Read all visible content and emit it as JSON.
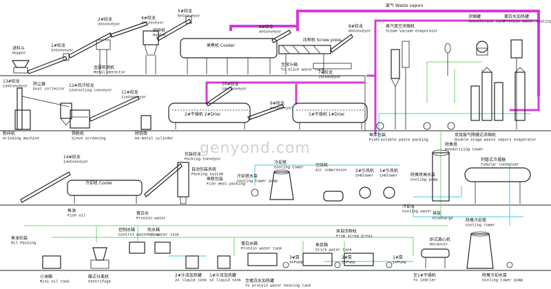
{
  "watermark": "genyond.com",
  "labels": {
    "waste_vapors": "废气 Waste vapors",
    "hopper": "进料斗\nHopper",
    "conv1": "1#绞龙\n1#Conveyor",
    "conv2": "2#绞龙\n2#Conveyor",
    "conv4": "4#绞龙\n4#Conveyor",
    "conv5": "5#绞龙\n5#Conveyor",
    "conv6": "6#绞龙\n6#Conveyor",
    "conv8": "8#绞龙\n8#Conveyor",
    "metal_detector": "金属检测机\nMetal detector",
    "hasher": "绞碎机\nHasher",
    "cooker": "蒸煮机 Cooker",
    "screw_press": "压榨机 Screw press",
    "stick_water": "至搾汁箱\nTo stick water tank",
    "conv7": "7#绞龙\n7#Conveyor",
    "steam_vacuum": "蒸汽真空浓缩机\nSteam vacuum evaporator",
    "concentrate_tank": "浓缩罐\nConcentrate tank",
    "protein_heating_tank": "蛋白水加热罐\nProtein water heating tank",
    "conv13": "13#绞龙\n13#Conveyor",
    "dust_collector": "除尘器\nDust collector",
    "conv12": "12#风冷绞龙\n12#Cooling conveyor",
    "conv11": "11#绞龙\n11#Conveyor",
    "conv10": "10#绞龙\n10#Conveyor",
    "conv9": "9#绞龙\n9#Conveyor",
    "drier2": "2#干燥机 2#Drier",
    "drier1": "1#干燥机 1#Drier",
    "grinding": "粉碎机\nGrinding machine",
    "sieve": "筛粉机\nSieve screening",
    "demetal": "除铁筒\nDe-metal cylinder",
    "fish_soluble": "鱼浆包装\nFish soluble paste packing",
    "double_stage": "双效废气降膜式浓缩机\nDouble-stage waste vapors evaporator",
    "blower2": "2#引风机\n2#Blower",
    "blower1": "1#引风机\n1#Blower",
    "deodor_pump": "除臭喷淋水泵\nCooling pump",
    "deodor_tower": "除臭塔\nDeodorizing tower",
    "tubular": "列管式冷凝器\nTubular condenser",
    "conv14": "14#绞龙\n14#Conveyor",
    "cooler": "冷却机 Cooler",
    "packing_conv": "包装绞龙\nPacking Conveyor",
    "packing_system": "自动包装系统\nPacking system",
    "fish_meal": "鱼粉包装\nFish meal packing",
    "cooling_pump": "冷却塔水泵\nCooling tower pump",
    "cooling_tower": "冷却塔\nCooling tower",
    "air_compressor": "空压机\nAir compressor",
    "fish_oil": "鱼油\nFish oil",
    "protein_water": "蛋白水\nProtein water",
    "control_tank": "控制水箱\nControl water tank",
    "hot_water_tank": "热水箱\nHot water tank",
    "protein_tank": "蛋白水箱\nProtein water tank",
    "from_press": "来自压榨机\nFrom screw press",
    "stick_tank": "鱼浆箱\nStick water tank",
    "cooling_water": "冷却水\nCooling water",
    "discharge": "排放\nDischarge",
    "decanter": "卧式离心机\nDecanter",
    "deodor_cool_tower": "除臭冷却塔\nCooling tower",
    "oil_packing": "鱼油包装\nOil Packing",
    "mini_oil": "小油箱\nMini oil tank",
    "centrifuge": "碟式分离机\nCentrifuge",
    "liquid2": "2#汁流加热罐\n2# liquid tank",
    "liquid1": "1#汁流加热罐\n1# liquid tank",
    "to_protein_heat": "至蛋白水加热罐\nTo protein water heating tank",
    "pump3": "3#泵\n3#Pump",
    "pump2": "2#泵\n2#Pump",
    "pump1": "1#泵\n1#Pump",
    "to_drier1": "至1#干燥机\nTo 1#Drier",
    "deodor_cool_pump": "除臭冷却水泵\nCooling tower pump"
  }
}
